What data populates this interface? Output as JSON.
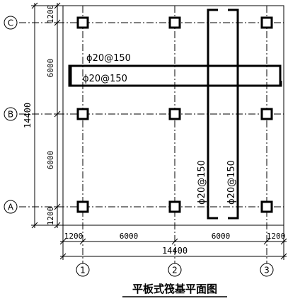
{
  "axes": {
    "rows": [
      {
        "id": "row-c",
        "label": "C"
      },
      {
        "id": "row-b",
        "label": "B"
      },
      {
        "id": "row-a",
        "label": "A"
      }
    ],
    "cols": [
      {
        "id": "col-1",
        "label": "1"
      },
      {
        "id": "col-2",
        "label": "2"
      },
      {
        "id": "col-3",
        "label": "3"
      }
    ]
  },
  "dimensions": {
    "left": {
      "segments": [
        "1200",
        "6000",
        "6000",
        "1200"
      ],
      "total": "14400"
    },
    "bottom": {
      "segments": [
        "1200",
        "6000",
        "6000",
        "1200"
      ],
      "total": "14400"
    }
  },
  "rebar": {
    "horizontal_strip": {
      "top_label": "ϕ20@150",
      "bottom_label": "ϕ20@150"
    },
    "vertical_strip": {
      "left_label": "ϕ20@150",
      "right_label": "ϕ20@150"
    }
  },
  "caption": "平板式筏基平面图"
}
